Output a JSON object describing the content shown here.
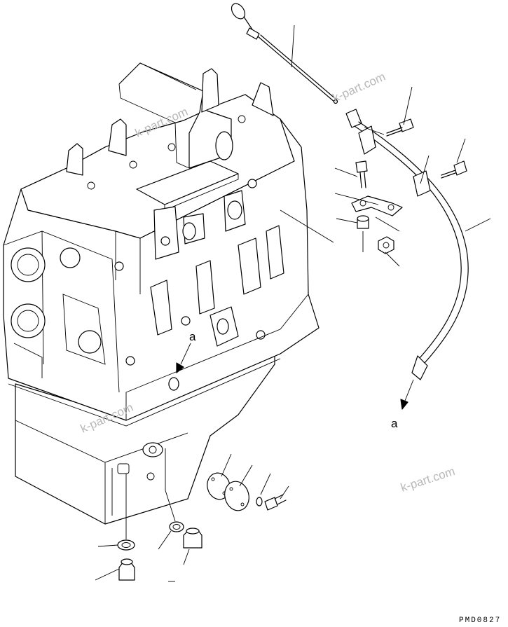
{
  "diagram": {
    "callouts": {
      "ref_a_upper": "a",
      "ref_a_lower": "a"
    },
    "watermarks": [
      "k-part.com",
      "k-part.com",
      "k-part.com",
      "k-part.com"
    ],
    "drawing_code": "PMD0827"
  }
}
